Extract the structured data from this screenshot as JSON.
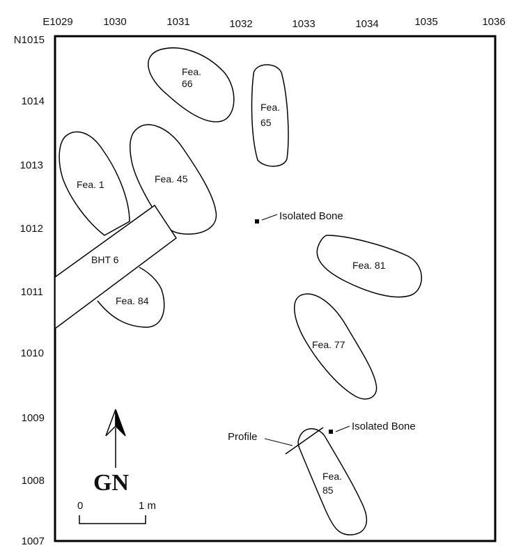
{
  "grid": {
    "easting_labels": [
      "E1029",
      "1030",
      "1031",
      "1032",
      "1033",
      "1034",
      "1035",
      "1036"
    ],
    "northing_labels": [
      "N1015",
      "1014",
      "1013",
      "1012",
      "1011",
      "1010",
      "1009",
      "1008",
      "1007"
    ]
  },
  "features": [
    {
      "id": "fea-66",
      "line1": "Fea.",
      "line2": "66"
    },
    {
      "id": "fea-65",
      "line1": "Fea.",
      "line2": "65"
    },
    {
      "id": "fea-1",
      "line1": "Fea. 1",
      "line2": ""
    },
    {
      "id": "fea-45",
      "line1": "Fea. 45",
      "line2": ""
    },
    {
      "id": "fea-84",
      "line1": "Fea. 84",
      "line2": ""
    },
    {
      "id": "fea-81",
      "line1": "Fea. 81",
      "line2": ""
    },
    {
      "id": "fea-77",
      "line1": "Fea. 77",
      "line2": ""
    },
    {
      "id": "fea-85",
      "line1": "Fea.",
      "line2": "85"
    }
  ],
  "trench": {
    "label": "BHT 6"
  },
  "annotations": {
    "isolated_bone_1": "Isolated Bone",
    "isolated_bone_2": "Isolated Bone",
    "profile": "Profile"
  },
  "north_arrow": {
    "label": "GN"
  },
  "scale_bar": {
    "start_label": "0",
    "end_label": "1 m"
  }
}
